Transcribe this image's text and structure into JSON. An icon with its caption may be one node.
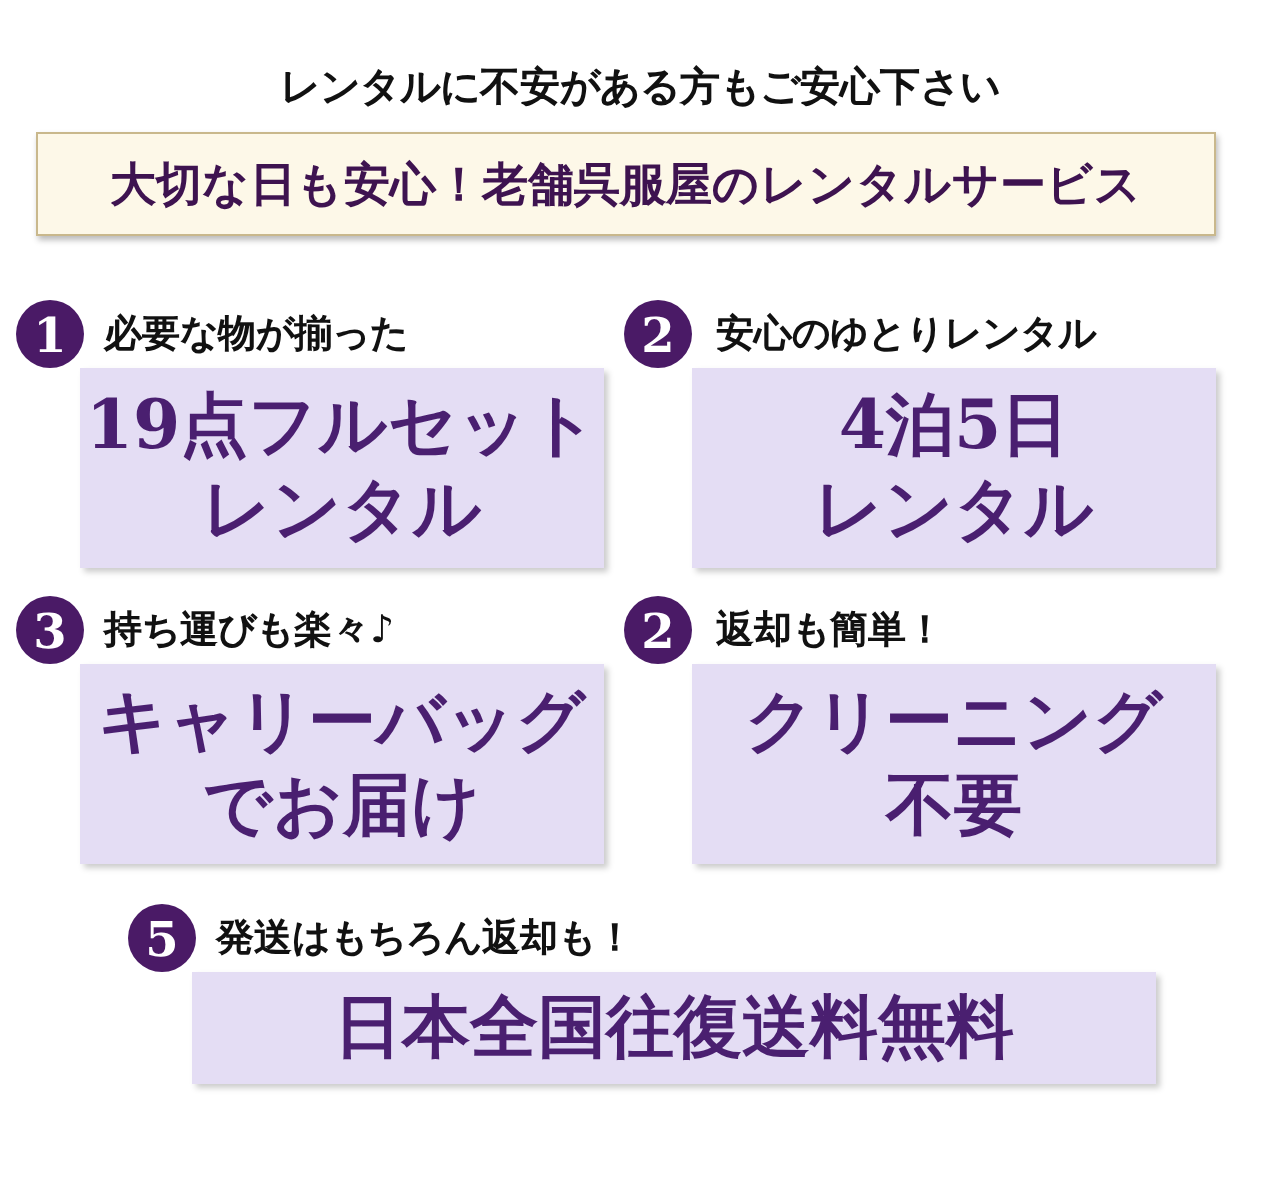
{
  "diagram": {
    "title": "レンタルに不安がある方もご安心下さい",
    "nodes": [
      {
        "text": [
          "大切な日も安心！老舗呉服屋のレンタルサービス"
        ]
      },
      {
        "text": [
          "1"
        ]
      },
      {
        "text": [
          "必要な物が揃った",
          "19点フルセットレンタル"
        ]
      },
      {
        "text": [
          "2"
        ]
      },
      {
        "text": [
          "安心のゆとりレンタル",
          "4泊5日レンタル"
        ]
      },
      {
        "text": [
          "3"
        ]
      },
      {
        "text": [
          "持ち運びも楽々♪",
          "キャリーバッグでお届け"
        ]
      },
      {
        "text": [
          "2"
        ]
      },
      {
        "text": [
          "返却も簡単！",
          "クリーニング不要"
        ]
      },
      {
        "text": [
          "5"
        ]
      },
      {
        "text": [
          "発送はもちろん返却も！",
          "日本全国往復送料無料"
        ]
      }
    ]
  }
}
